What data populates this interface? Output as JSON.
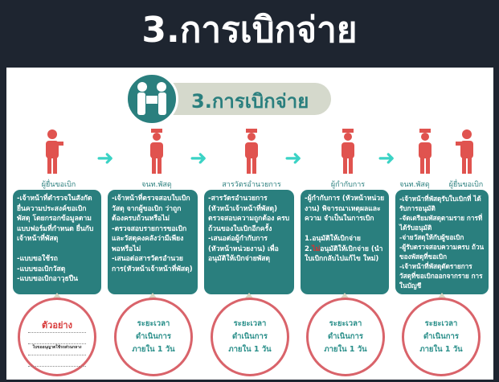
{
  "title": "3.การเบิกจ่าย",
  "banner_title": "3.การเบิกจ่าย",
  "steps": [
    {
      "role": "ผู้ยื่นขอเบิก",
      "text": "-เจ้าหน้าที่ตำรวจในสังกัด ยื่นความประสงค์ขอเบิก พัสดุ โดยกรอกข้อมูลตาม แบบฟอร์มที่กำหนด ยื่นกับ เจ้าหน้าที่พัสดุ\n\n-แบบขอใช้รถ\n-แบบขอเบิกวัสดุ\n-แบบขอเบิกอาวุธปืน"
    },
    {
      "role": "จนท.พัสดุ",
      "text": "-เจ้าหน้าที่ตรวจสอบใบเบิก วัสดุ จากผู้ขอเบิก ว่าถูก ต้องครบถ้วนหรือไม่\n-ตรวจสอบรายการขอเบิก และวัสดุคงคลังว่ามีเพียง พอหรือไม่\n-เสนอต่อสารวัตรอำนวย การ(หัวหน้าเจ้าหน้าที่พัสดุ)"
    },
    {
      "role": "สารวัตรอำนวยการ",
      "text": "-สารวัตรอำนวยการ (หัวหน้าเจ้าหน้าที่พัสดุ) ตรวจสอบความถูกต้อง ครบถ้วนของใบเบิกอีกครั้ง\n-เสนอต่อผู้กำกับการ (หัวหน้าหน่วยงาน) เพื่อ อนุมัติให้เบิกจ่ายพัสดุ"
    },
    {
      "role": "ผู้กำกับการ",
      "text_a": "-ผู้กำกับการ (หัวหน้าหน่วยงาน) พิจารณาเหตุผลและความ จำเป็นในการเบิก\n\n1.อนุมัติให้เบิกจ่าย\n2.",
      "text_red": "ไม่",
      "text_b": "อนุมัติให้เบิกจ่าย (นำใบเบิกกลับไปแก้ไข ใหม่)"
    },
    {
      "role": "จนท.พัสดุ",
      "role2": "ผู้ยื่นขอเบิก",
      "text": "-เจ้าหน้าที่พัสดุรับใบเบิกที่ ได้รับการอนุมัติ\n-จัดเตรียมพัสดุตามราย การที่ได้รับอนุมัติ\n-จ่ายวัสดุให้กับผู้ขอเบิก\n-ผู้รับตรวจสอบความครบ ถ้วนของพัสดุที่ขอเบิก\n-เจ้าหน้าที่พัสดุตัดรายการ วัสดุที่ขอเบิกออกจากราย การในบัญชี"
    }
  ],
  "example_label": "ตัวอย่าง",
  "example_form_title": "ใบขออนุญาตใช้รถส่วนกลาง",
  "duration": "ระยะเวลา\nดำเนินการ\nภายใน 1 วัน",
  "colors": {
    "teal": "#2a7f7e",
    "person": "#e0534f",
    "arrow": "#3bd3c5",
    "circle": "#d9636a"
  }
}
